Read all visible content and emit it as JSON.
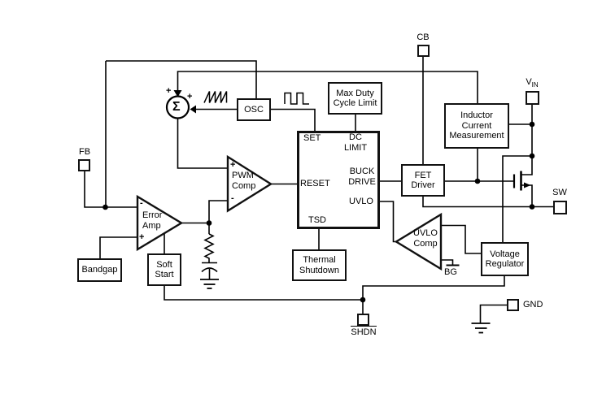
{
  "colors": {
    "wire": "#000000",
    "block_border": "#111111",
    "background": "#ffffff"
  },
  "pins": {
    "fb": "FB",
    "cb": "CB",
    "vin_main": "V",
    "vin_sub": "IN",
    "sw": "SW",
    "gnd": "GND",
    "shdn": "SHDN",
    "bg": "BG"
  },
  "blocks": {
    "osc": "OSC",
    "max_duty": "Max Duty\nCycle Limit",
    "inductor_current": "Inductor\nCurrent\nMeasurement",
    "fet_driver": "FET\nDriver",
    "voltage_regulator": "Voltage\nRegulator",
    "thermal_shutdown": "Thermal\nShutdown",
    "bandgap": "Bandgap",
    "soft_start": "Soft\nStart"
  },
  "control_block": {
    "set": "SET",
    "dc_limit": "DC\nLIMIT",
    "reset": "RESET",
    "buck_drive": "BUCK\nDRIVE",
    "uvlo": "UVLO",
    "tsd": "TSD"
  },
  "comparators": {
    "pwm": {
      "plus": "+",
      "label": "PWM\nComp",
      "minus": "-"
    },
    "error": {
      "minus": "-",
      "label": "Error\nAmp",
      "plus": "+"
    },
    "uvlo": {
      "label": "UVLO\nComp"
    }
  },
  "summer": {
    "symbol": "Σ",
    "plus_top": "+",
    "plus_right": "+"
  }
}
